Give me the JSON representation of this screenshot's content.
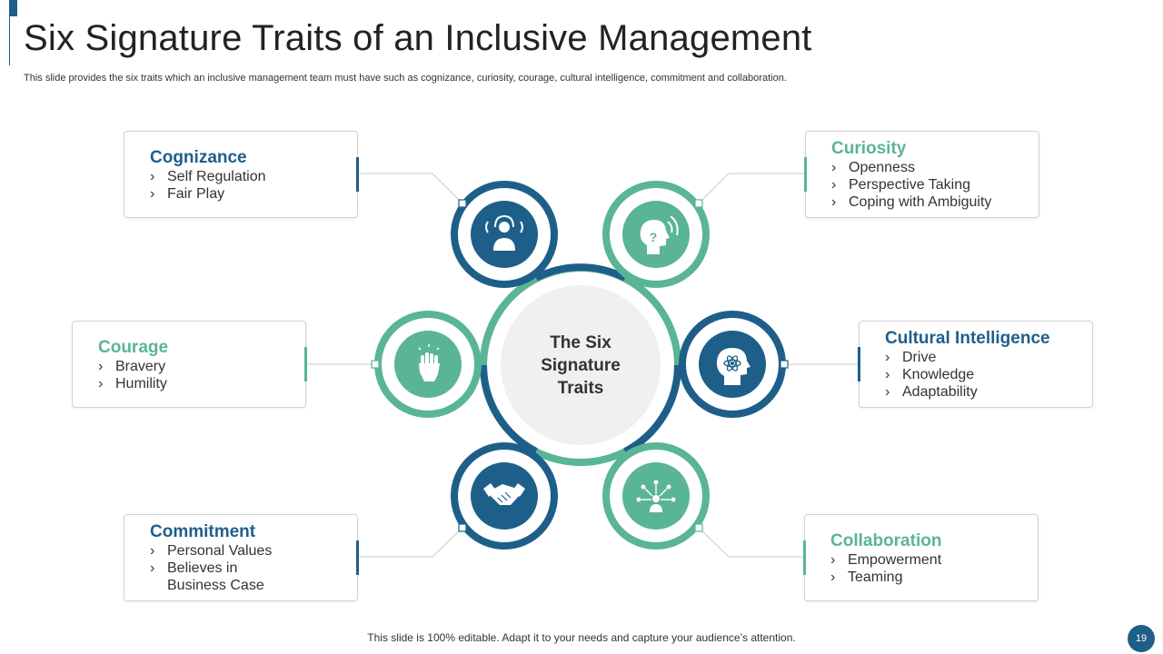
{
  "slide": {
    "title": "Six Signature Traits of an Inclusive Management",
    "subtitle": "This slide provides the six traits which an inclusive management team must have such as cognizance, curiosity, courage, cultural intelligence, commitment and collaboration.",
    "center_label": "The Six Signature Traits",
    "footer": "This slide is 100% editable. Adapt it to your needs and capture your audience’s attention.",
    "page_number": "19"
  },
  "colors": {
    "navy": "#1e5f8a",
    "green": "#5ab594",
    "center_fill": "#f0f0f0"
  },
  "bullet_glyph": "›",
  "traits": {
    "cognizance": {
      "title": "Cognizance",
      "color": "navy",
      "icon": "person-headset-icon",
      "items": [
        "Self Regulation",
        "Fair Play"
      ]
    },
    "curiosity": {
      "title": "Curiosity",
      "color": "green",
      "icon": "head-question-icon",
      "items": [
        "Openness",
        "Perspective Taking",
        "Coping with Ambiguity"
      ]
    },
    "courage": {
      "title": "Courage",
      "color": "green",
      "icon": "raised-fist-icon",
      "items": [
        "Bravery",
        "Humility"
      ]
    },
    "cultural_intelligence": {
      "title": "Cultural Intelligence",
      "color": "navy",
      "icon": "brain-atom-icon",
      "items": [
        "Drive",
        "Knowledge",
        "Adaptability"
      ]
    },
    "commitment": {
      "title": "Commitment",
      "color": "navy",
      "icon": "handshake-icon",
      "items": [
        "Personal Values",
        "Believes in Business Case"
      ]
    },
    "collaboration": {
      "title": "Collaboration",
      "color": "green",
      "icon": "network-people-icon",
      "items": [
        "Empowerment",
        "Teaming"
      ]
    }
  }
}
